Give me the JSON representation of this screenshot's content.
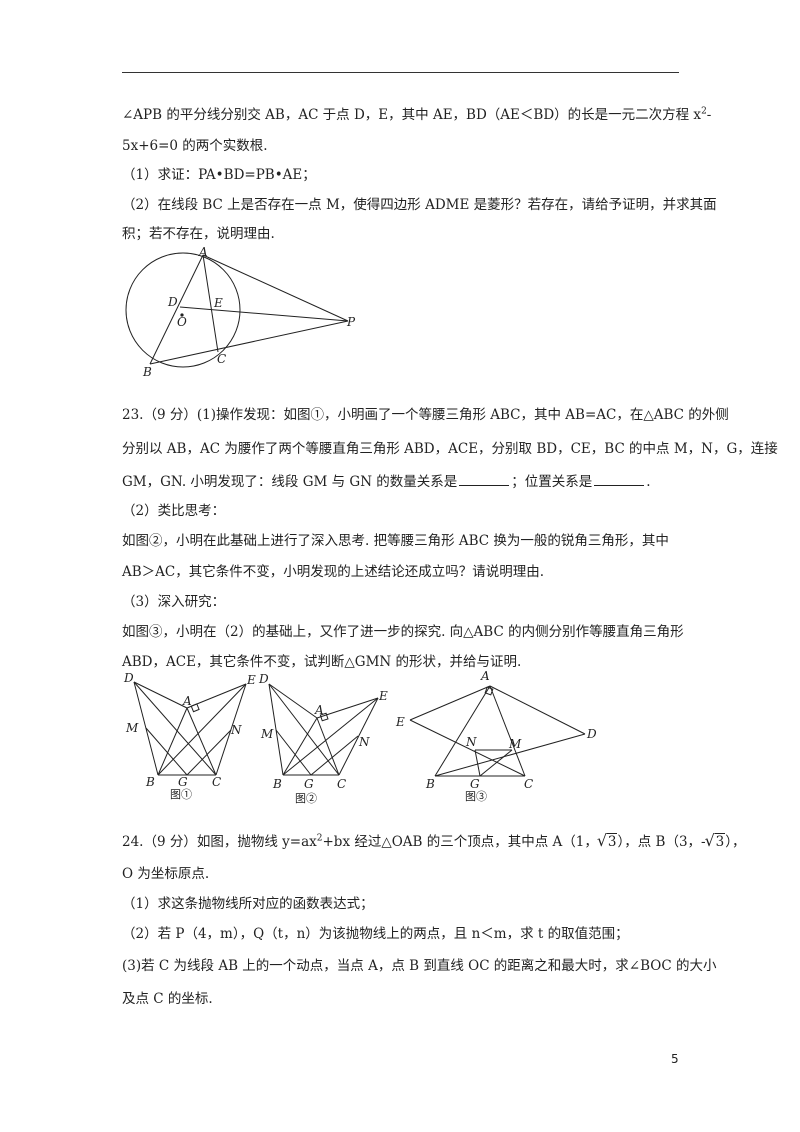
{
  "q22": {
    "line1": "∠APB 的平分线分别交 AB，AC 于点 D，E，其中 AE，BD（AE＜BD）的长是一元二次方程 x",
    "line1_sup": "2",
    "line1_end": "-",
    "line2": "5x+6=0 的两个实数根.",
    "part1": "（1）求证：PA•BD=PB•AE；",
    "part2a": "（2）在线段 BC 上是否存在一点 M，使得四边形 ADME 是菱形？若存在，请给予证明，并求其面",
    "part2b": "积；若不存在，说明理由.",
    "figure_labels": {
      "A": "A",
      "D": "D",
      "E": "E",
      "O": "O",
      "P": "P",
      "B": "B",
      "C": "C"
    }
  },
  "q23": {
    "line1": "23.（9 分）(1)操作发现：如图①，小明画了一个等腰三角形 ABC，其中 AB=AC，在△ABC 的外侧",
    "line2": "分别以 AB，AC 为腰作了两个等腰直角三角形 ABD，ACE，分别取 BD，CE，BC 的中点 M，N，G，连接",
    "line3_a": "GM，GN. 小明发现了：线段 GM 与 GN 的数量关系是",
    "line3_b": "；位置关系是",
    "line3_c": ".",
    "part2_title": "（2）类比思考：",
    "part2_line1": "如图②，小明在此基础上进行了深入思考. 把等腰三角形 ABC 换为一般的锐角三角形，其中",
    "part2_line2": "AB＞AC，其它条件不变，小明发现的上述结论还成立吗？请说明理由.",
    "part3_title": "（3）深入研究：",
    "part3_line1": "如图③，小明在（2）的基础上，又作了进一步的探究. 向△ABC 的内侧分别作等腰直角三角形",
    "part3_line2": "ABD，ACE，其它条件不变，试判断△GMN 的形状，并给与证明.",
    "fig1": {
      "caption": "图①",
      "D": "D",
      "E": "E",
      "A": "A",
      "M": "M",
      "N": "N",
      "B": "B",
      "G": "G",
      "C": "C"
    },
    "fig2": {
      "caption": "图②",
      "D": "D",
      "E": "E",
      "A": "A",
      "M": "M",
      "N": "N",
      "B": "B",
      "G": "G",
      "C": "C"
    },
    "fig3": {
      "caption": "图③",
      "A": "A",
      "E": "E",
      "D": "D",
      "N": "N",
      "M": "M",
      "B": "B",
      "G": "G",
      "C": "C"
    }
  },
  "q24": {
    "line1_a": "24.（9 分）如图，抛物线 y=ax",
    "line1_sup": "2",
    "line1_b": "+bx 经过△OAB 的三个顶点，其中点 A（1，",
    "sqrt_arg": "3",
    "line1_c": "），点 B（3，-",
    "line1_d": "），",
    "line2": "O 为坐标原点.",
    "part1": "（1）求这条抛物线所对应的函数表达式；",
    "part2": "（2）若 P（4，m），Q（t，n）为该抛物线上的两点，且 n＜m，求 t 的取值范围；",
    "part3a": "(3)若 C 为线段 AB 上的一个动点，当点 A，点 B 到直线 OC 的距离之和最大时，求∠BOC 的大小",
    "part3b": "及点 C 的坐标."
  },
  "page_number": "5"
}
